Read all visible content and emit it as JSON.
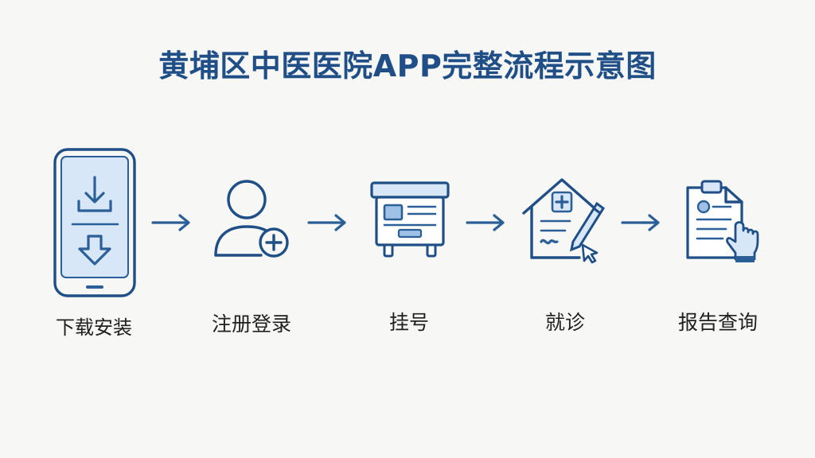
{
  "title": "黄埔区中医医院APP完整流程示意图",
  "steps": [
    {
      "label": "下载安装",
      "icon": "smartphone-download-icon"
    },
    {
      "label": "注册登录",
      "icon": "user-add-icon"
    },
    {
      "label": "挂号",
      "icon": "registration-board-icon"
    },
    {
      "label": "就诊",
      "icon": "clinic-pen-icon"
    },
    {
      "label": "报告查询",
      "icon": "clipboard-report-icon"
    }
  ],
  "colors": {
    "primary": "#2a5f98",
    "title": "#1f4f86",
    "light": "#d8e7f7",
    "background": "#f7f7f5"
  }
}
